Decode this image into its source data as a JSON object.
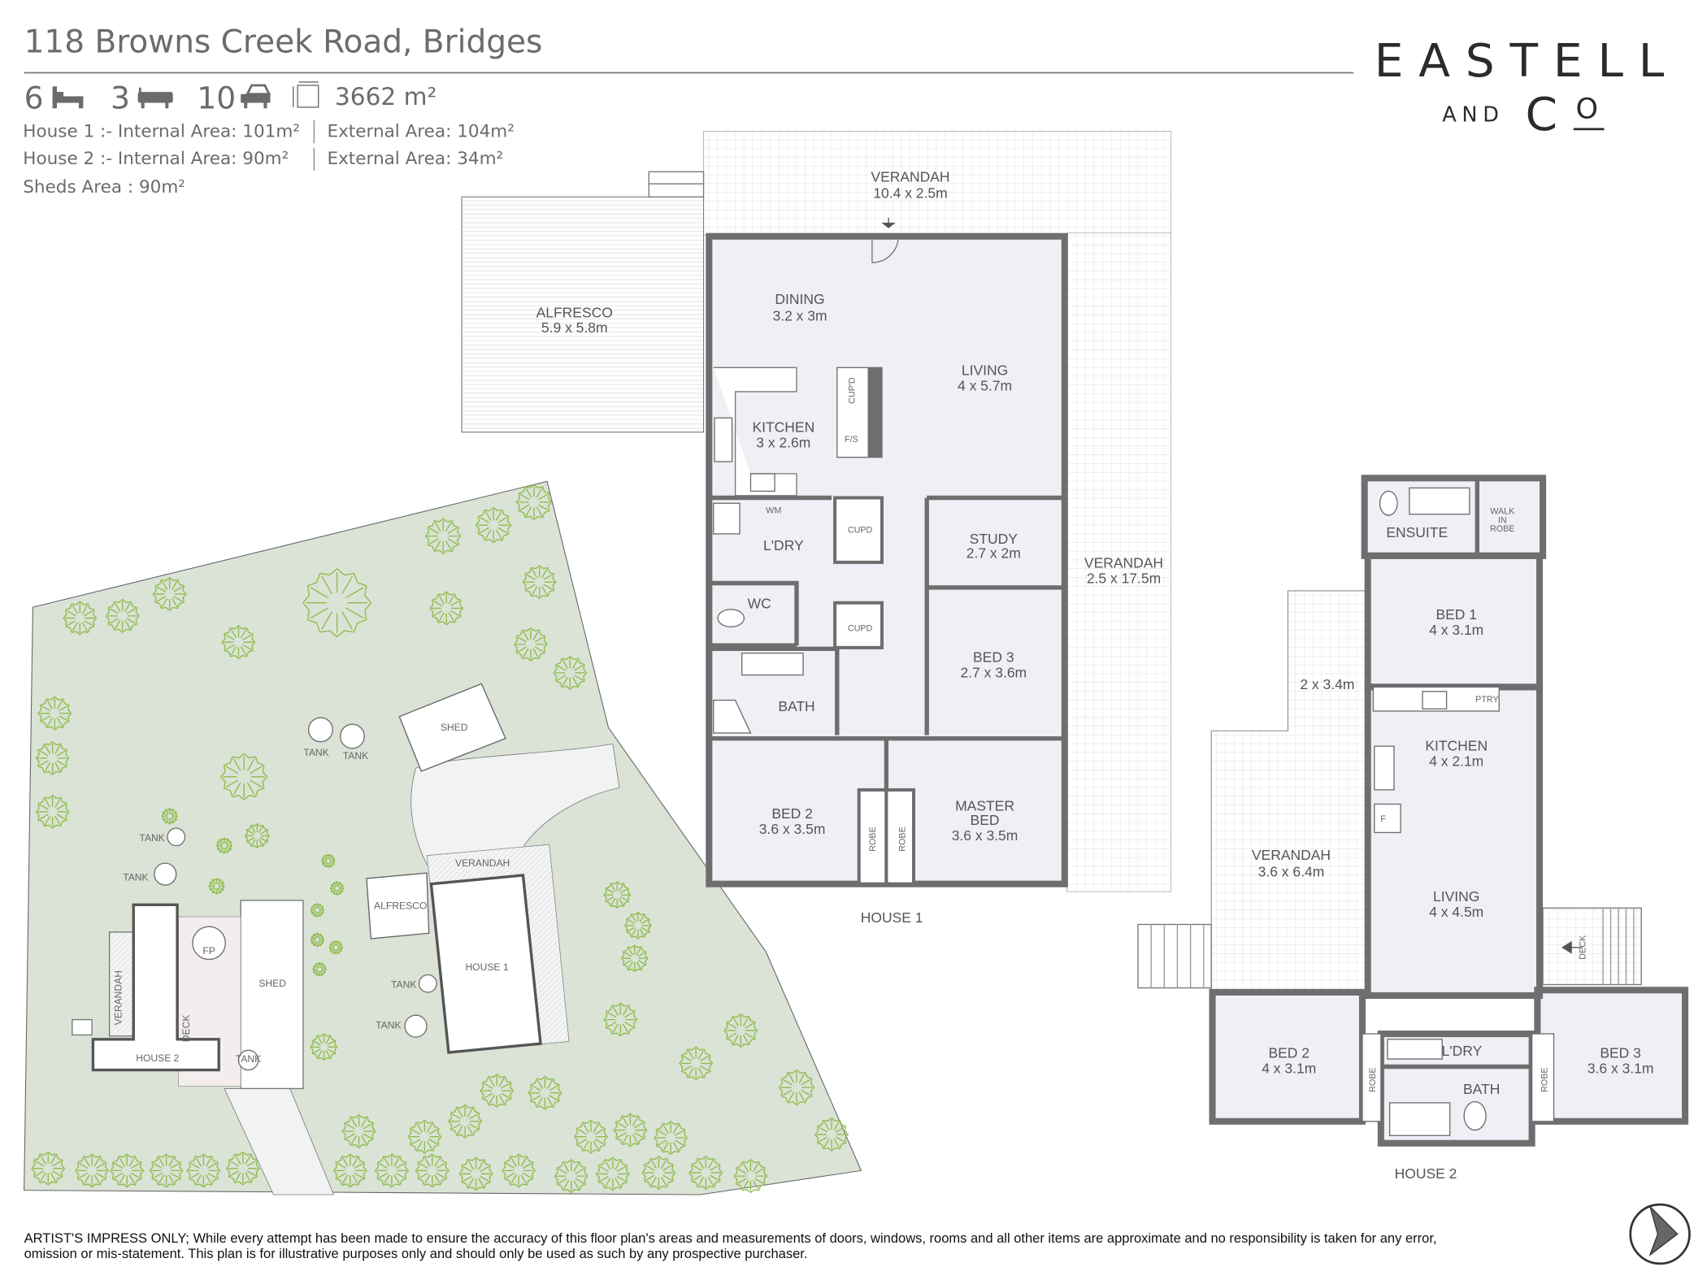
{
  "header": {
    "title": "118 Browns Creek Road, Bridges",
    "beds": "6",
    "baths": "3",
    "cars": "10",
    "land_area": "3662 m²",
    "area_lines": [
      {
        "left": "House 1 :- Internal Area: 101m²",
        "right": "External Area: 104m²"
      },
      {
        "left": "House 2 :- Internal Area: 90m²",
        "right": "External Area: 34m²"
      },
      {
        "left": "Sheds Area : 90m²",
        "right": ""
      }
    ]
  },
  "logo": {
    "name": "EASTELL",
    "and": "AND",
    "co_c": "C",
    "co_o": "O"
  },
  "house1": {
    "title": "HOUSE 1",
    "rooms": [
      {
        "name": "VERANDAH",
        "size": "10.4 x 2.5m"
      },
      {
        "name": "ALFRESCO",
        "size": "5.9 x 5.8m"
      },
      {
        "name": "DINING",
        "size": "3.2 x 3m"
      },
      {
        "name": "LIVING",
        "size": "4 x 5.7m"
      },
      {
        "name": "KITCHEN",
        "size": "3 x 2.6m"
      },
      {
        "name": "L'DRY",
        "size": ""
      },
      {
        "name": "STUDY",
        "size": "2.7 x 2m"
      },
      {
        "name": "VERANDAH",
        "size": "2.5 x 17.5m"
      },
      {
        "name": "WC",
        "size": ""
      },
      {
        "name": "BED 3",
        "size": "2.7 x 3.6m"
      },
      {
        "name": "BATH",
        "size": ""
      },
      {
        "name": "BED 2",
        "size": "3.6 x 3.5m"
      },
      {
        "name": "MASTER",
        "name2": "BED",
        "size": "3.6 x 3.5m"
      }
    ],
    "small": {
      "cupd_v": "CUP'D",
      "fs": "F/S",
      "wm": "WM",
      "cupd1": "CUPD",
      "cupd2": "CUPD",
      "robe1": "ROBE",
      "robe2": "ROBE"
    }
  },
  "house2": {
    "title": "HOUSE 2",
    "rooms": [
      {
        "name": "ENSUITE",
        "size": ""
      },
      {
        "name": "BED 1",
        "size": "4 x 3.1m"
      },
      {
        "name": "",
        "size": "2 x 3.4m"
      },
      {
        "name": "KITCHEN",
        "size": "4 x 2.1m"
      },
      {
        "name": "VERANDAH",
        "size": "3.6 x 6.4m"
      },
      {
        "name": "LIVING",
        "size": "4 x 4.5m"
      },
      {
        "name": "BED 2",
        "size": "4 x 3.1m"
      },
      {
        "name": "L'DRY",
        "size": ""
      },
      {
        "name": "BATH",
        "size": ""
      },
      {
        "name": "BED 3",
        "size": "3.6 x 3.1m"
      }
    ],
    "small": {
      "wir1": "WALK",
      "wir2": "IN",
      "wir3": "ROBE",
      "ptry": "PTRY",
      "f": "F",
      "deck": "DECK",
      "robe1": "ROBE",
      "robe2": "ROBE"
    }
  },
  "site": {
    "shed_top": "SHED",
    "tank": "TANK",
    "verandah": "VERANDAH",
    "alfresco": "ALFRESCO",
    "house1": "HOUSE 1",
    "house2": "HOUSE 2",
    "shed2": "SHED",
    "fp": "FP",
    "deck": "DECK",
    "h2_verandah": "VERANDAH"
  },
  "footer": {
    "line1": "ARTIST'S IMPRESS ONLY; While every attempt has been made to ensure the accuracy of this floor plan's areas and measurements of doors, windows, rooms and all other items are approximate and no responsibility is taken for any error,",
    "line2": "omission or mis-statement. This plan is for illustrative purposes only and should only be used as such by any prospective purchaser."
  },
  "colors": {
    "wall": "#6e6e6e",
    "room": "#eef0f6",
    "lawn": "#dbe2d6",
    "tree": "#8cbd4a",
    "text": "#6b6b6b"
  }
}
